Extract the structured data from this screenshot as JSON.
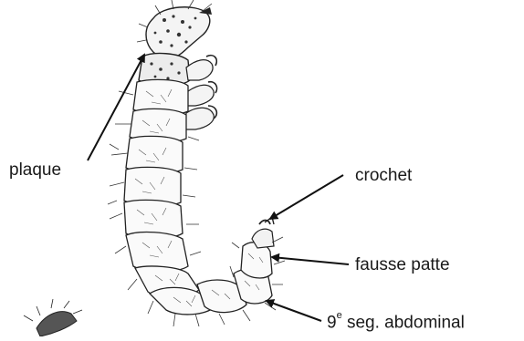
{
  "labels": {
    "plaque": "plaque",
    "crochet": "crochet",
    "fausse_patte": "fausse patte",
    "seg_number": "9",
    "seg_sup": "e",
    "seg_rest": " seg. abdominal"
  }
}
